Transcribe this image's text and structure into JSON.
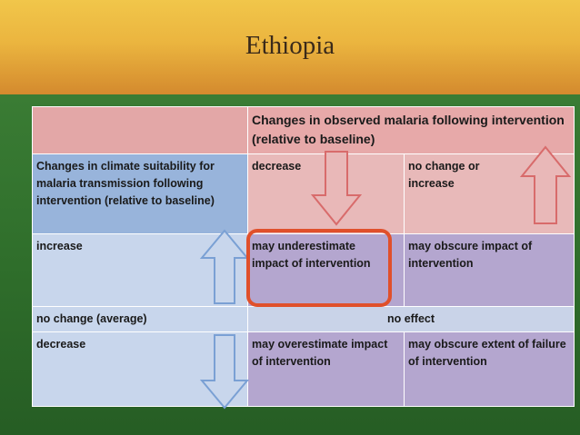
{
  "slide": {
    "title": "Ethiopia"
  },
  "table": {
    "corner": "",
    "col_header": "Changes in observed malaria following intervention (relative to baseline)",
    "row_header": "Changes in climate suitability for malaria transmission following intervention (relative to baseline)",
    "col_decrease": "decrease",
    "col_nochange": "no change or increase",
    "rows": [
      {
        "label": "increase",
        "decrease_cell": "may underestimate impact of intervention",
        "nochange_cell": "may obscure impact of intervention"
      },
      {
        "label": "no change (average)",
        "merged_cell": "no effect"
      },
      {
        "label": "decrease",
        "decrease_cell": "may overestimate impact of intervention",
        "nochange_cell": "may obscure extent of failure of intervention"
      }
    ]
  },
  "colors": {
    "header_pink": "#e7a9a9",
    "row_header_blue": "#98b4db",
    "purple_cell": "#b4a6cf",
    "highlight_border": "#e0502b",
    "arrow_blue": "#7aa0d4",
    "arrow_red": "#d86b6b"
  },
  "icons": {
    "down_arrow_red": "arrow-down-icon",
    "up_arrow_red": "arrow-up-icon",
    "up_arrow_blue": "arrow-up-icon",
    "down_arrow_blue": "arrow-down-icon"
  }
}
